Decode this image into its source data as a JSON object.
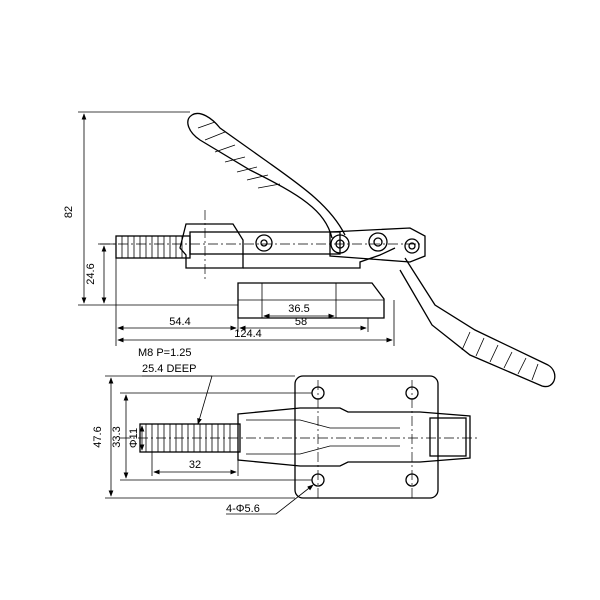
{
  "side_view": {
    "dims": {
      "height_total": "82",
      "height_low": "24.6",
      "len_a": "36.5",
      "len_b": "58",
      "len_c": "54.4",
      "len_total": "124.4"
    }
  },
  "top_view": {
    "thread_line1": "M8 P=1.25",
    "thread_line2": "25.4 DEEP",
    "width_total": "47.6",
    "hole_spacing": "33.3",
    "rod_dia": "Φ11",
    "rod_len": "32",
    "mount_holes": "4-Φ5.6"
  }
}
